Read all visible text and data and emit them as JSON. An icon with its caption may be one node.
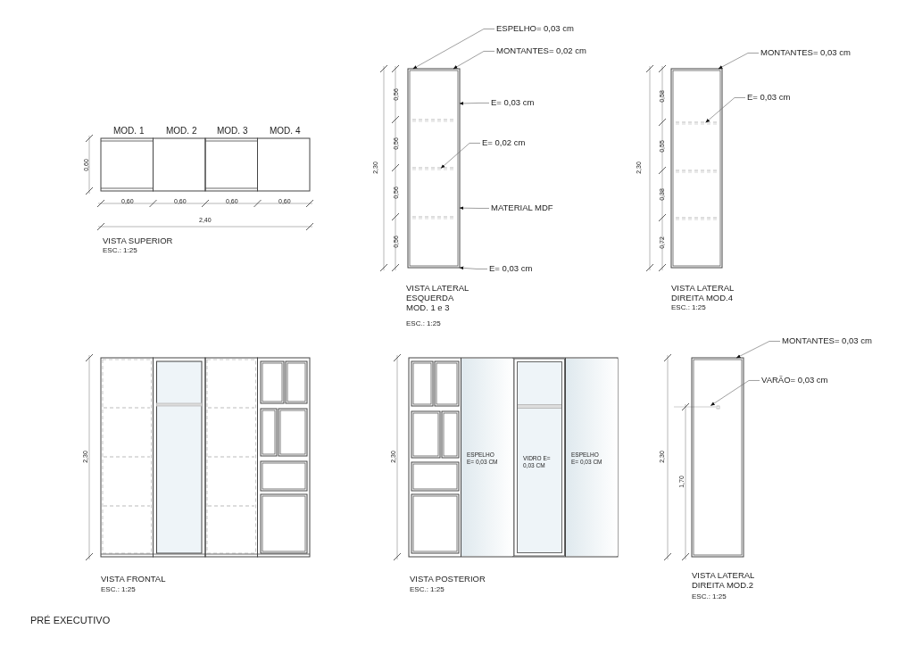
{
  "diagram": {
    "nodes": [
      {
        "text": [
          "ESPELHO= 0,03 cm"
        ]
      },
      {
        "text": [
          "MONTANTES= 0,02 cm"
        ]
      },
      {
        "text": [
          "E= 0,03 cm"
        ]
      },
      {
        "text": [
          "E= 0,02 cm"
        ]
      },
      {
        "text": [
          "MATERIAL MDF"
        ]
      },
      {
        "text": [
          "E= 0,03 cm"
        ]
      },
      {
        "text": [
          "MONTANTES= 0,03 cm"
        ]
      },
      {
        "text": [
          "E= 0,03 cm"
        ]
      },
      {
        "text": [
          "MONTANTES= 0,03 cm"
        ]
      },
      {
        "text": [
          "VARÃO= 0,03 cm"
        ]
      },
      {
        "text": [
          "ESPELHO E= 0,03 CM"
        ]
      },
      {
        "text": [
          "VIDRO E= 0,03 CM"
        ]
      },
      {
        "text": [
          "ESPELHO E= 0,03 CM"
        ]
      },
      {
        "text": [],
        "shape": "box"
      },
      {
        "text": [],
        "shape": "box"
      },
      {
        "text": [],
        "shape": "box"
      }
    ],
    "edges": [
      {
        "from": 0,
        "to": 13,
        "arrow": "to"
      },
      {
        "from": 1,
        "to": 13,
        "arrow": "to"
      },
      {
        "from": 2,
        "to": 13,
        "arrow": "to"
      },
      {
        "from": 3,
        "to": 13,
        "arrow": "to"
      },
      {
        "from": 4,
        "to": 13,
        "arrow": "to"
      },
      {
        "from": 5,
        "to": 13,
        "arrow": "to"
      },
      {
        "from": 6,
        "to": 14,
        "arrow": "to"
      },
      {
        "from": 7,
        "to": 14,
        "arrow": "to"
      },
      {
        "from": 8,
        "to": 15,
        "arrow": "to"
      },
      {
        "from": 9,
        "to": 15,
        "arrow": "to"
      }
    ],
    "labels": [
      "MOD. 1",
      "MOD. 2",
      "MOD. 3",
      "MOD. 4",
      "0,60",
      "0,60",
      "0,60",
      "0,60",
      "0,60",
      "2,40",
      "VISTA SUPERIOR",
      "ESC.: 1:25",
      "2,30",
      "0,56",
      "0,56",
      "0,56",
      "0,56",
      "VISTA LATERAL ESQUERDA MOD. 1 e 3",
      "ESC.: 1:25",
      "2,30",
      "0,58",
      "0,55",
      "0,38",
      "0,72",
      "VISTA LATERAL DIREITA MOD.4",
      "ESC.: 1:25",
      "2,30",
      "VISTA FRONTAL",
      "ESC.: 1:25",
      "2,30",
      "VISTA POSTERIOR",
      "ESC.: 1:25",
      "2,30",
      "1,70",
      "VISTA LATERAL DIREITA MOD.2",
      "ESC.: 1:25",
      "PRÉ EXECUTIVO"
    ]
  }
}
